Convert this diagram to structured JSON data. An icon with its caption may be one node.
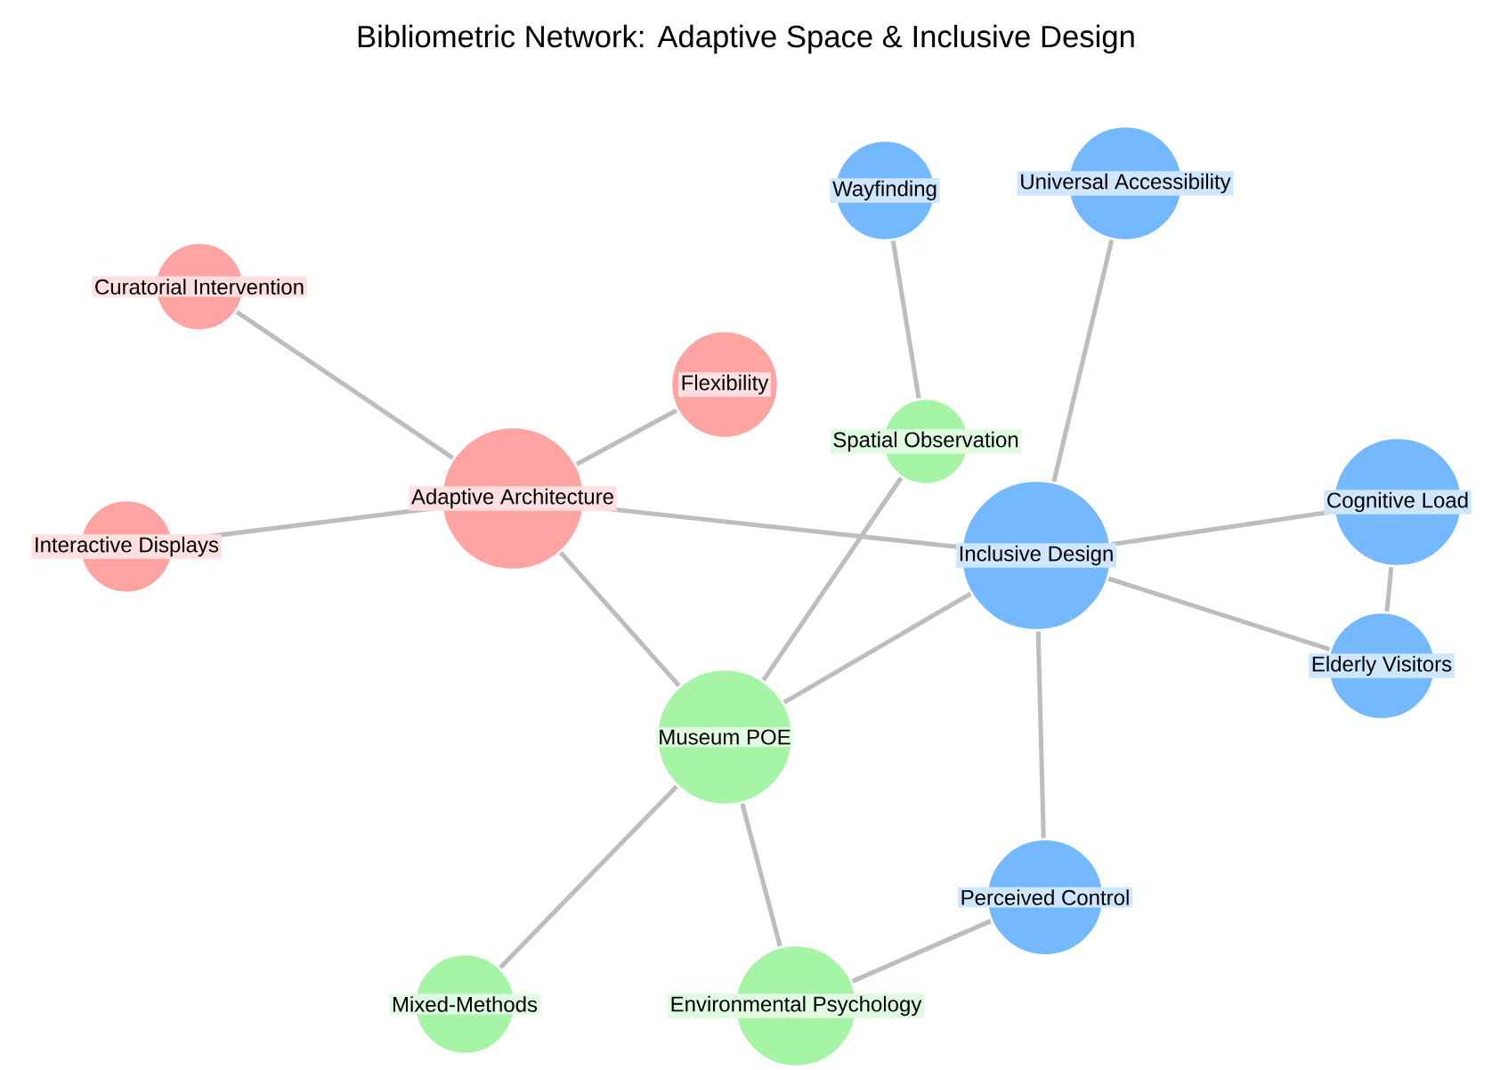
{
  "diagram": {
    "title": "Bibliometric Network: Adaptive Space & Inclusive Design",
    "nodes": [
      {
        "text": [
          "Adaptive Architecture"
        ]
      },
      {
        "text": [
          "Curatorial Intervention"
        ]
      },
      {
        "text": [
          "Flexibility"
        ]
      },
      {
        "text": [
          "Interactive Displays"
        ]
      },
      {
        "text": [
          "Inclusive Design"
        ]
      },
      {
        "text": [
          "Wayfinding"
        ]
      },
      {
        "text": [
          "Universal Accessibility"
        ]
      },
      {
        "text": [
          "Cognitive Load"
        ]
      },
      {
        "text": [
          "Elderly Visitors"
        ]
      },
      {
        "text": [
          "Spatial Observation"
        ]
      },
      {
        "text": [
          "Museum POE"
        ]
      },
      {
        "text": [
          "Perceived Control"
        ]
      },
      {
        "text": [
          "Mixed-Methods"
        ]
      },
      {
        "text": [
          "Environmental Psychology"
        ]
      }
    ],
    "edges": [
      {
        "from": 1,
        "to": 0,
        "arrow": "none"
      },
      {
        "from": 0,
        "to": 2,
        "arrow": "none"
      },
      {
        "from": 3,
        "to": 0,
        "arrow": "none"
      },
      {
        "from": 0,
        "to": 4,
        "arrow": "none"
      },
      {
        "from": 0,
        "to": 10,
        "arrow": "none"
      },
      {
        "from": 5,
        "to": 9,
        "arrow": "none"
      },
      {
        "from": 6,
        "to": 4,
        "arrow": "none"
      },
      {
        "from": 4,
        "to": 7,
        "arrow": "none"
      },
      {
        "from": 4,
        "to": 8,
        "arrow": "none"
      },
      {
        "from": 7,
        "to": 8,
        "arrow": "none"
      },
      {
        "from": 4,
        "to": 11,
        "arrow": "none"
      },
      {
        "from": 10,
        "to": 9,
        "arrow": "none"
      },
      {
        "from": 10,
        "to": 4,
        "arrow": "none"
      },
      {
        "from": 10,
        "to": 12,
        "arrow": "none"
      },
      {
        "from": 10,
        "to": 13,
        "arrow": "none"
      },
      {
        "from": 11,
        "to": 13,
        "arrow": "none"
      }
    ]
  }
}
